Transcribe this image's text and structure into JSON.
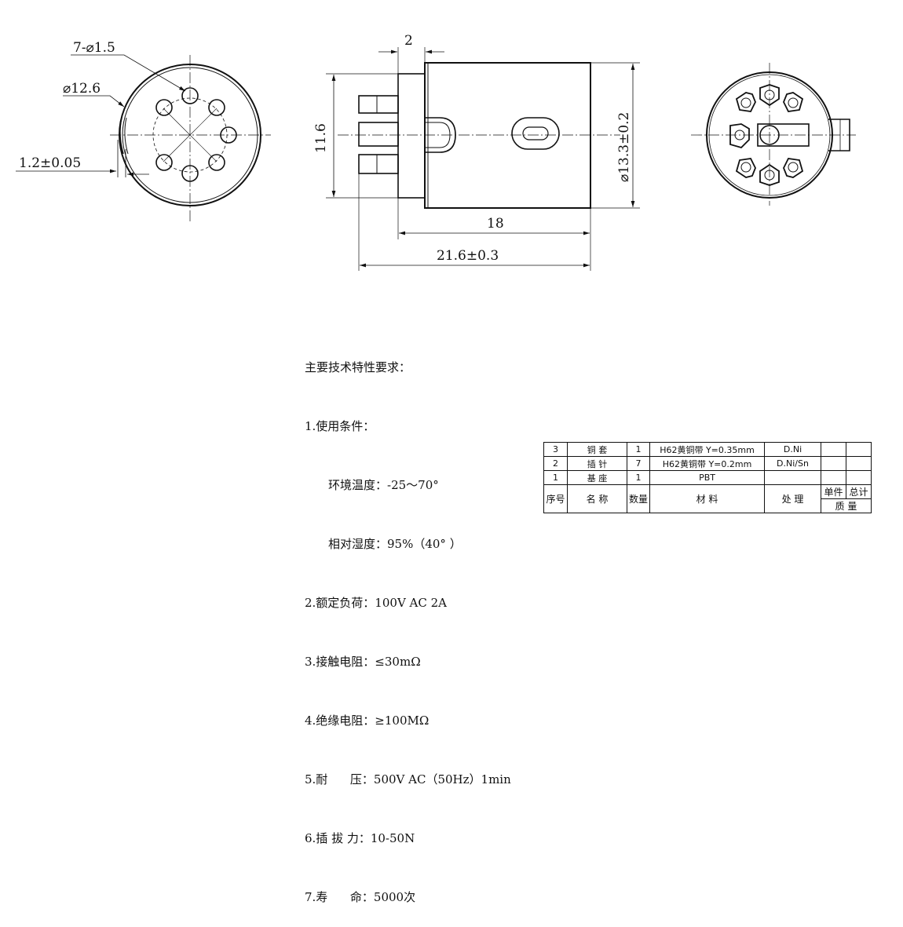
{
  "dimensions": {
    "left_view": {
      "holes": "7-⌀1.5",
      "diameter": "⌀12.6",
      "thickness": "1.2±0.05"
    },
    "side_view": {
      "top": "2",
      "height": "11.6",
      "diameter": "⌀13.3±0.2",
      "body_length": "18",
      "total_length": "21.6±0.3"
    }
  },
  "notes": {
    "title": "主要技术特性要求：",
    "lines": [
      "1.使用条件：",
      "环境温度：-25～70°",
      "相对湿度：95%（40° ）",
      "2.额定负荷：100V AC 2A",
      "3.接触电阻：≤30mΩ",
      "4.绝缘电阻：≥100MΩ",
      "5.耐      压：500V AC（50Hz）1min",
      "6.插 拔 力：10-50N",
      "7.寿      命：5000次"
    ]
  },
  "bom": {
    "rows": [
      {
        "no": "3",
        "name": "铜 套",
        "qty": "1",
        "material": "H62黄铜带 Y=0.35mm",
        "treatment": "D.Ni"
      },
      {
        "no": "2",
        "name": "插 针",
        "qty": "7",
        "material": "H62黄铜带 Y=0.2mm",
        "treatment": "D.Ni/Sn"
      },
      {
        "no": "1",
        "name": "基 座",
        "qty": "1",
        "material": "PBT",
        "treatment": ""
      }
    ],
    "header": {
      "no": "序号",
      "name": "名  称",
      "qty": "数量",
      "material": "材    料",
      "treatment": "处  理",
      "unit": "单件",
      "total": "总计",
      "weight": "质  量"
    }
  }
}
